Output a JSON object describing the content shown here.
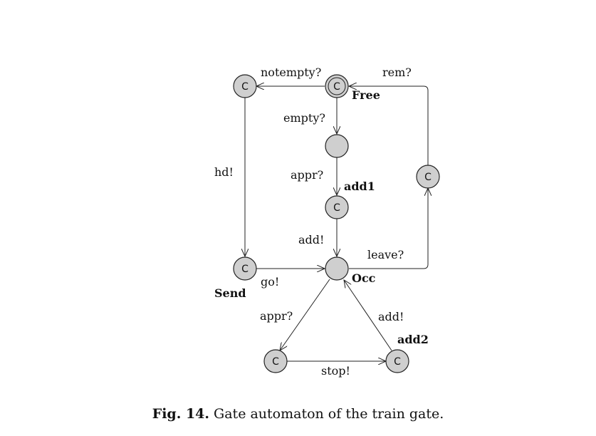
{
  "locations": {
    "free": "Free",
    "add1": "add1",
    "occ": "Occ",
    "send": "Send",
    "add2": "add2",
    "committed_mark": "C"
  },
  "edges": {
    "notempty": "notempty?",
    "rem": "rem?",
    "empty": "empty?",
    "hd": "hd!",
    "appr_top": "appr?",
    "add_top": "add!",
    "leave": "leave?",
    "go": "go!",
    "appr_bottom": "appr?",
    "add_bottom": "add!",
    "stop": "stop!"
  },
  "caption": {
    "label": "Fig. 14.",
    "text": "Gate automaton of the train gate."
  }
}
